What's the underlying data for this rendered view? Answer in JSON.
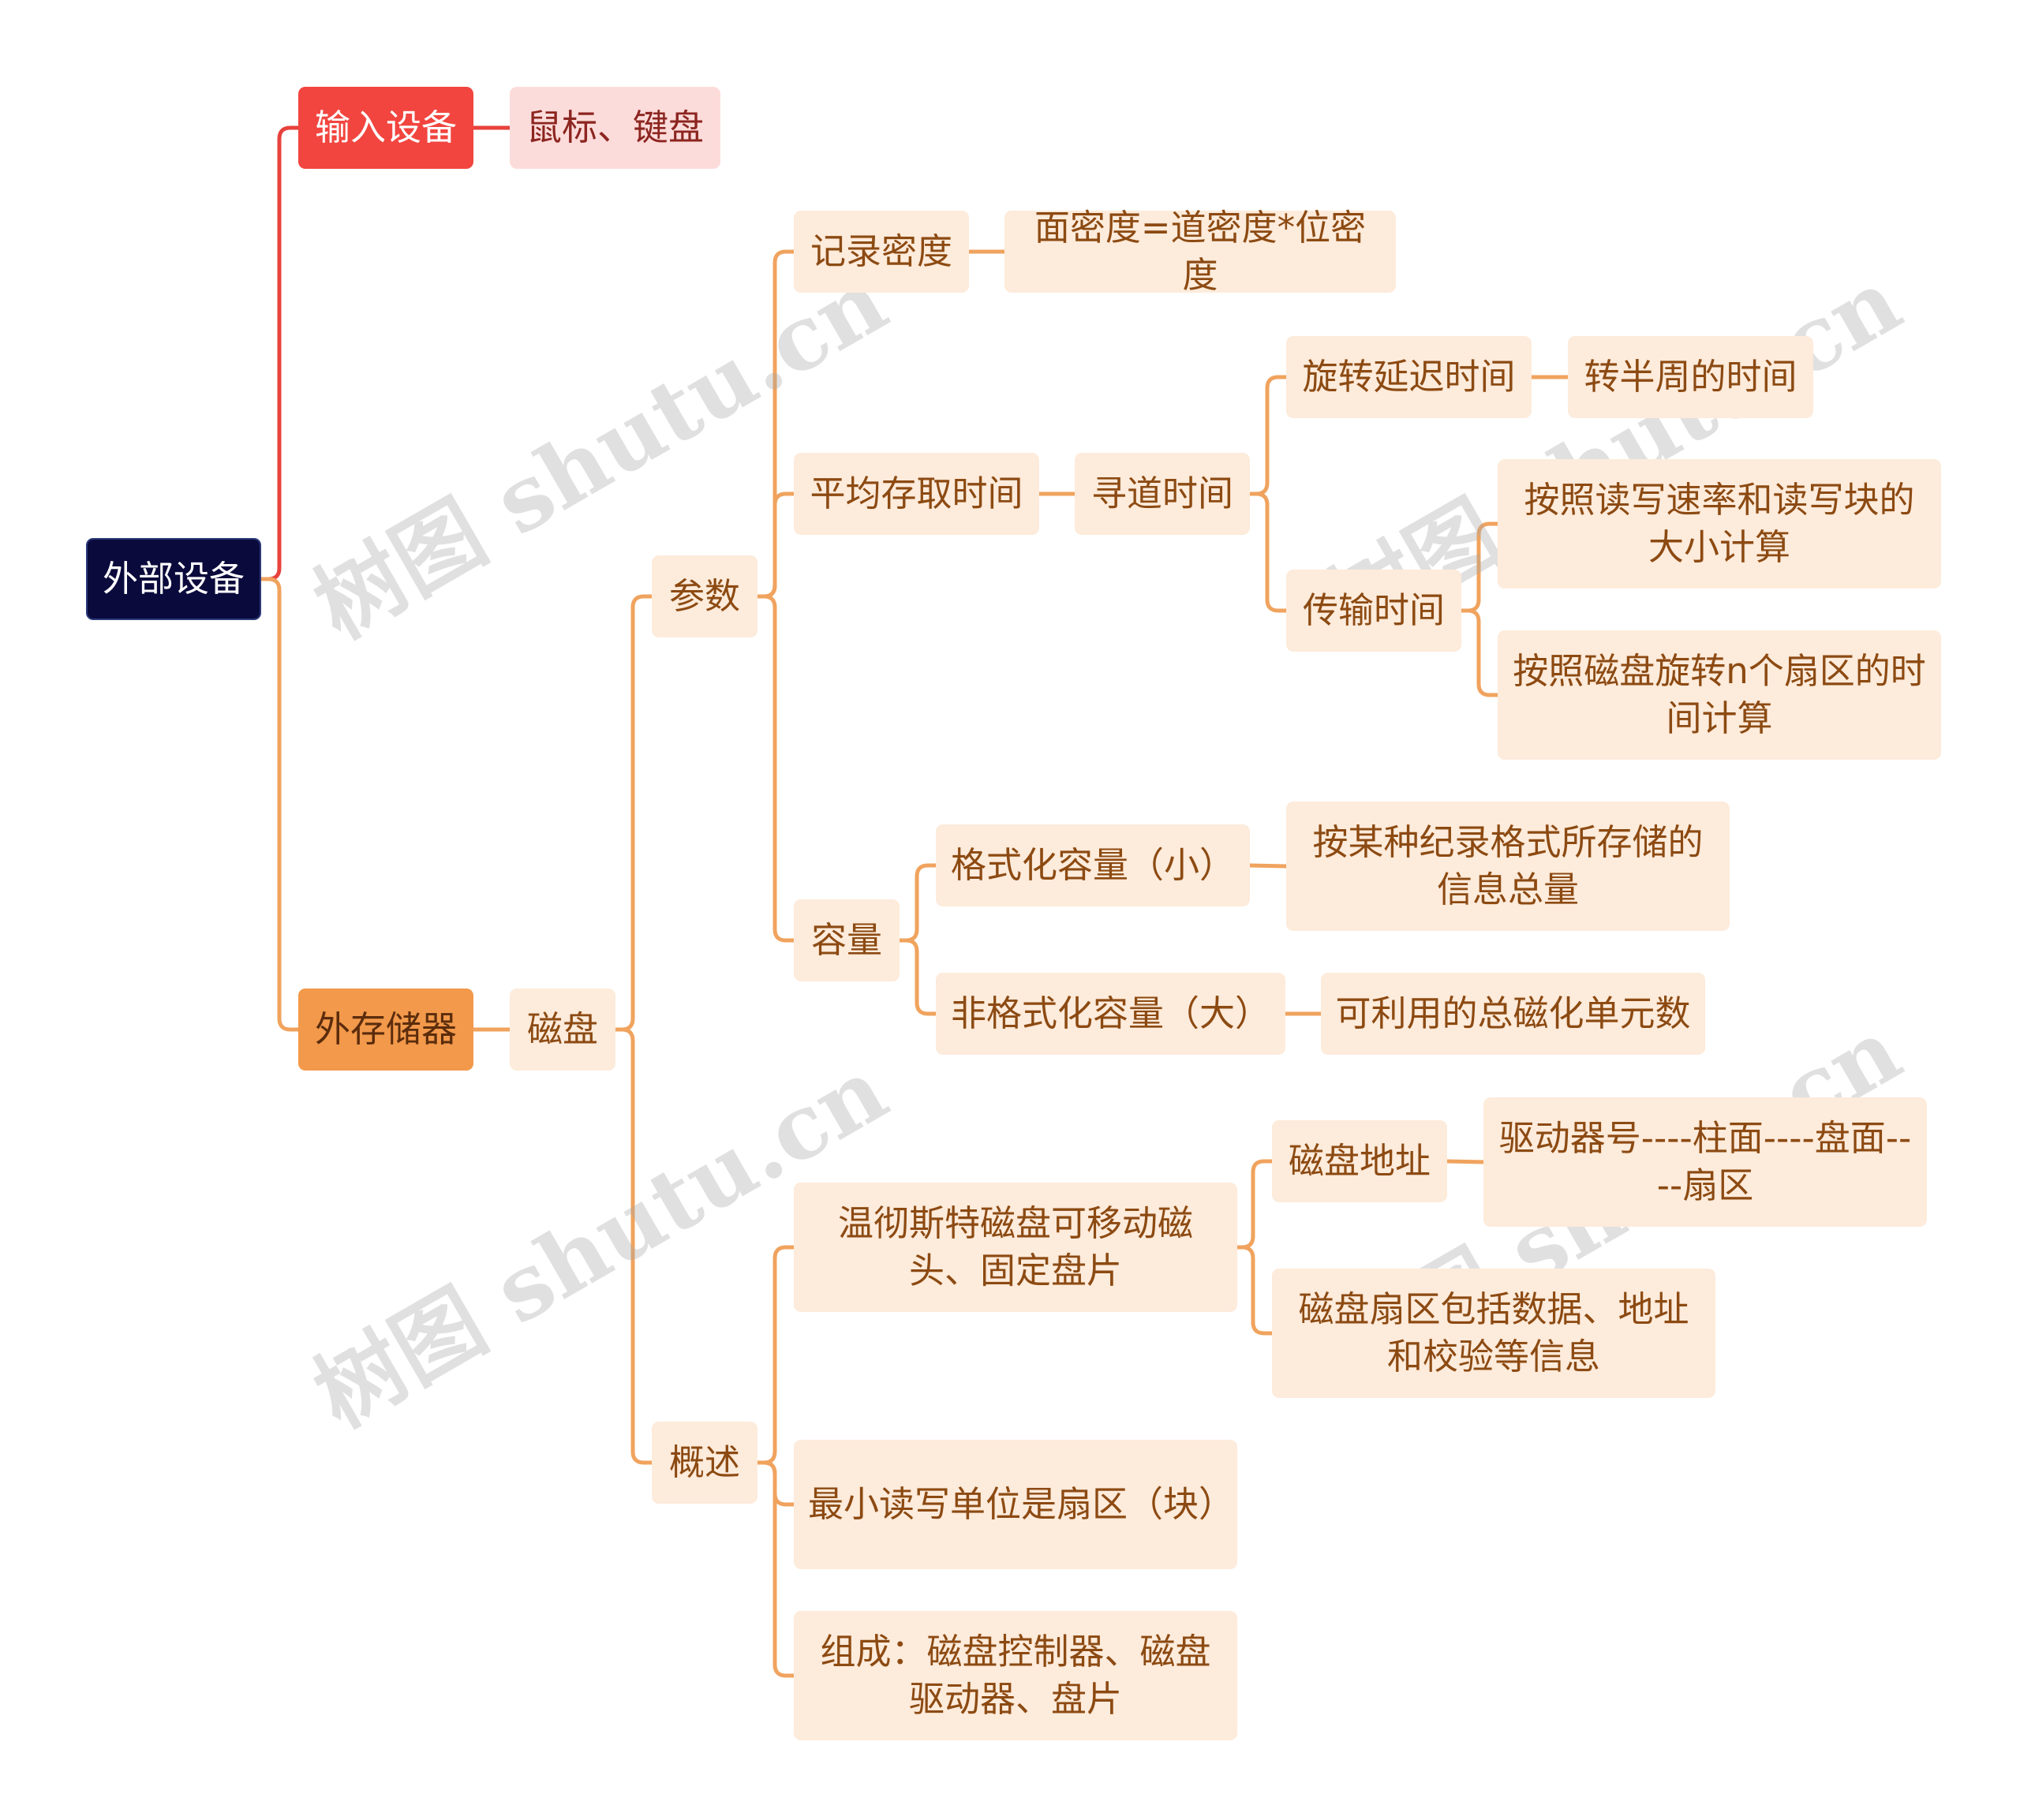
{
  "colors": {
    "root": "#0a0a3c",
    "input": "#f2453f",
    "input_child": "#fcdcda",
    "storage": "#f2994b",
    "node": "#fdebdb",
    "line_red": "#e8423d",
    "line_orange": "#f0a35e"
  },
  "watermark": "树图 shutu.cn",
  "mindmap": {
    "root": "外部设备",
    "input": {
      "label": "输入设备",
      "child": "鼠标、键盘"
    },
    "storage": {
      "label": "外存储器",
      "disk": {
        "label": "磁盘",
        "params": {
          "label": "参数",
          "density": {
            "label": "记录密度",
            "child": "面密度=道密度*位密度"
          },
          "access": {
            "label": "平均存取时间",
            "seek": "寻道时间",
            "rotation": {
              "label": "旋转延迟时间",
              "child": "转半周的时间"
            },
            "transfer": {
              "label": "传输时间",
              "rate": "按照读写速率和读写块的大小计算",
              "sector": "按照磁盘旋转n个扇区的时间计算"
            }
          },
          "capacity": {
            "label": "容量",
            "formatted": {
              "label": "格式化容量（小）",
              "child": "按某种纪录格式所存储的信息总量"
            },
            "unformatted": {
              "label": "非格式化容量（大）",
              "child": "可利用的总磁化单元数"
            }
          }
        },
        "overview": {
          "label": "概述",
          "winchester": {
            "label": "温彻斯特磁盘可移动磁头、固定盘片",
            "address": {
              "label": "磁盘地址",
              "child": "驱动器号----柱面----盘面----扇区"
            },
            "sector_info": "磁盘扇区包括数据、地址和校验等信息"
          },
          "min_unit": "最小读写单位是扇区（块）",
          "composition": "组成：磁盘控制器、磁盘驱动器、盘片"
        }
      }
    }
  }
}
